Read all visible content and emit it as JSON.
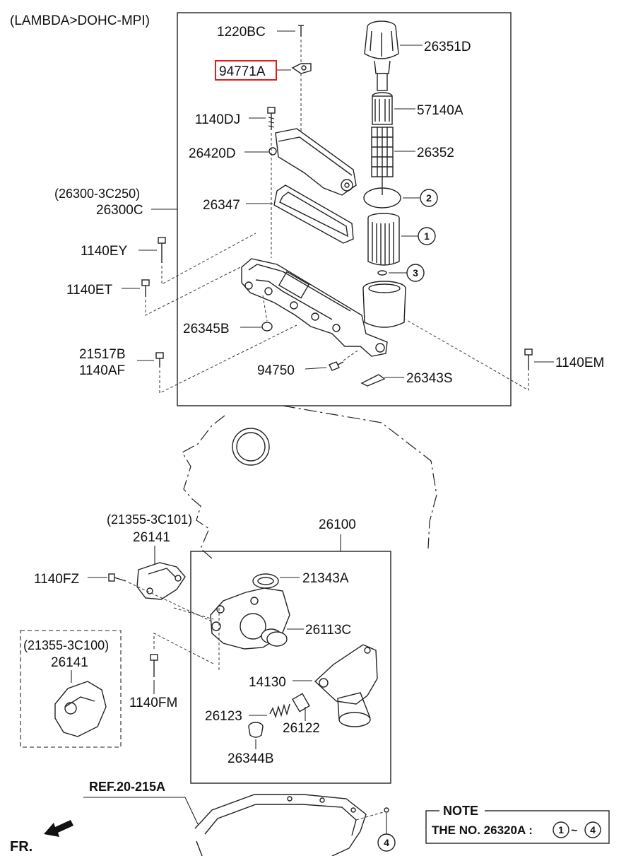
{
  "header": {
    "engine_variant": "(LAMBDA>DOHC-MPI)"
  },
  "labels": {
    "p1220BC": "1220BC",
    "p94771A": "94771A",
    "p1140DJ": "1140DJ",
    "p26420D": "26420D",
    "p26347": "26347",
    "p26300_3C250": "(26300-3C250)",
    "p26300C": "26300C",
    "p1140EY": "1140EY",
    "p1140ET": "1140ET",
    "p26345B": "26345B",
    "p21517B": "21517B",
    "p1140AF": "1140AF",
    "p94750": "94750",
    "p26351D": "26351D",
    "p57140A": "57140A",
    "p26352": "26352",
    "p26343S": "26343S",
    "p1140EM": "1140EM",
    "p21355_3C101": "(21355-3C101)",
    "p26141_a": "26141",
    "p1140FZ": "1140FZ",
    "p26100": "26100",
    "p21343A": "21343A",
    "p26113C": "26113C",
    "p14130": "14130",
    "p26123": "26123",
    "p26122": "26122",
    "p26344B": "26344B",
    "p21355_3C100": "(21355-3C100)",
    "p26141_b": "26141",
    "p1140FM": "1140FM",
    "ref": "REF.20-215A",
    "front": "FR."
  },
  "callouts": {
    "c1": "1",
    "c2": "2",
    "c3": "3",
    "c4": "4"
  },
  "highlight": {
    "part": "94771A",
    "color": "#e11b1b"
  },
  "note": {
    "title": "NOTE",
    "text": "THE NO. 26320A :",
    "range_start": "1",
    "range_sep": "~",
    "range_end": "4"
  }
}
